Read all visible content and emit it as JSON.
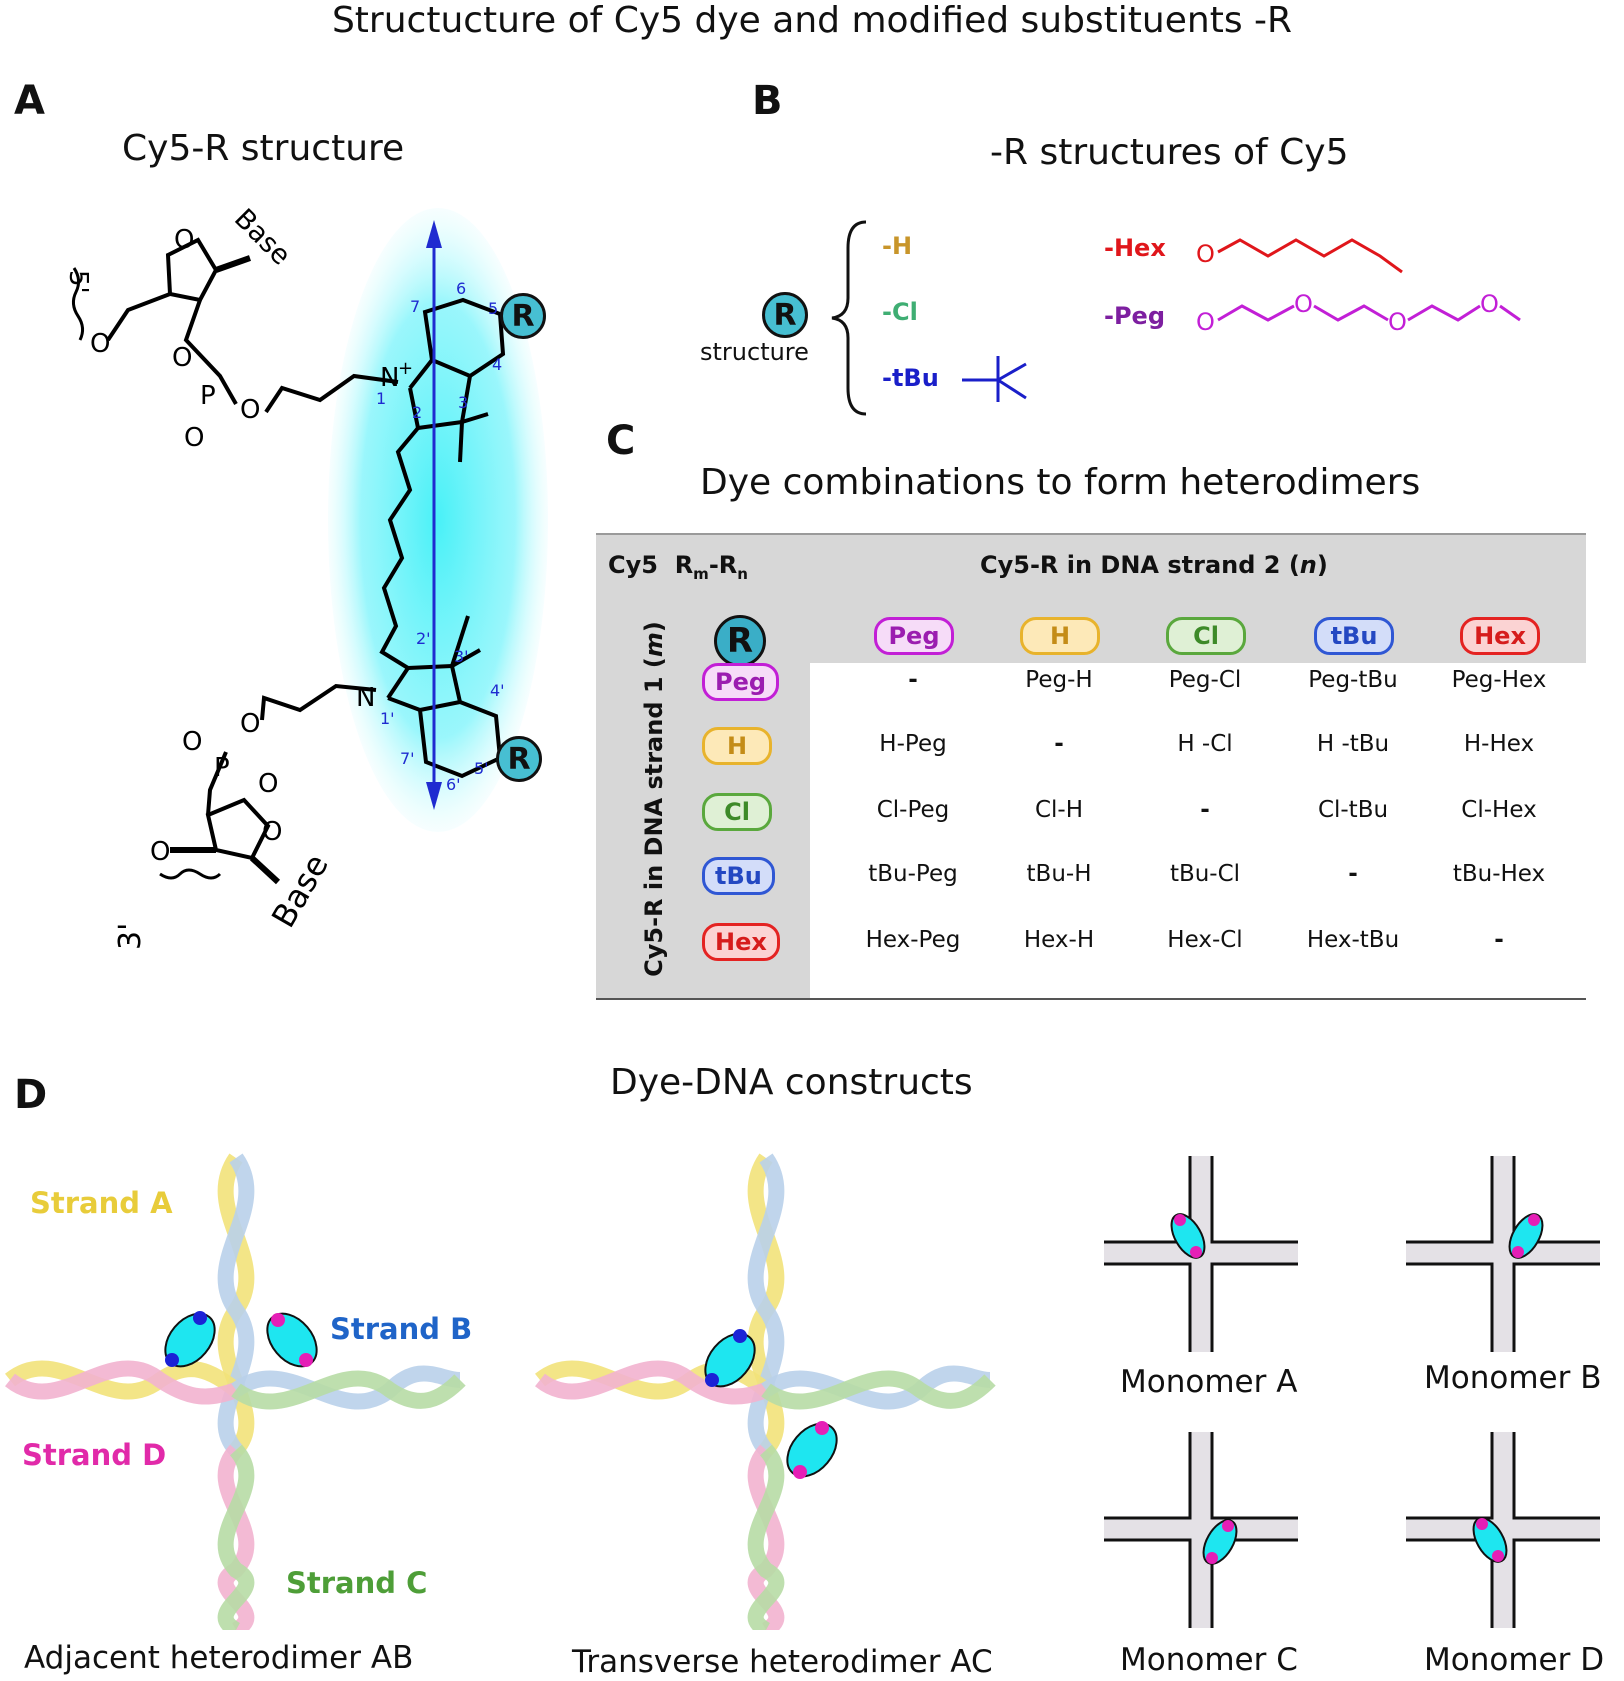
{
  "main_title": "Structucture of Cy5 dye and modified substituents -R",
  "panels": {
    "a": "A",
    "b": "B",
    "c": "C",
    "d": "D"
  },
  "panel_a": {
    "title": "Cy5-R  structure",
    "labels": {
      "base": "Base",
      "five_prime": "5'",
      "three_prime": "3'",
      "o": "O",
      "p": "P",
      "n": "N",
      "r": "R",
      "n1": "1",
      "n1p": "1'",
      "c2": "2",
      "c2p": "2'",
      "c3": "3",
      "c3p": "3'",
      "c4": "4",
      "c4p": "4'",
      "c5": "5",
      "c5p": "5'",
      "c6": "6",
      "c6p": "6'",
      "c7": "7",
      "c7p": "7'",
      "plus": "+",
      "minus": "-"
    }
  },
  "panel_b": {
    "title": "-R  structures of Cy5",
    "r_symbol": "R",
    "r_caption": "structure",
    "substituents": [
      {
        "label": "-H",
        "color": "#c8952a"
      },
      {
        "label": "-Cl",
        "color": "#3fae73"
      },
      {
        "label": "-tBu",
        "color": "#1a1fc9"
      },
      {
        "label": "-Hex",
        "color": "#e0161b"
      },
      {
        "label": "-Peg",
        "color": "#7d1fa0"
      }
    ],
    "chain_o": "O"
  },
  "panel_c": {
    "title": "Dye combinations to form heterodimers",
    "corner_cy5": "Cy5",
    "corner_rm": "R",
    "corner_rm_sub": "m",
    "corner_dash": "-R",
    "corner_rn_sub": "n",
    "col_header": "Cy5-R in DNA strand 2 (",
    "col_header_n": "n",
    "col_header_close": ")",
    "row_header": "Cy5-R in DNA strand 1 (",
    "row_header_m": "m",
    "row_header_close": ")",
    "r_symbol": "R",
    "columns": [
      {
        "label": "Peg",
        "color": "#c21fd6",
        "fill": "#f6dcf8",
        "text": "#9b1db0"
      },
      {
        "label": "H",
        "color": "#e8b32c",
        "fill": "#fde9b8",
        "text": "#c48c17"
      },
      {
        "label": "Cl",
        "color": "#5aa83d",
        "fill": "#dff0d5",
        "text": "#3d8a28"
      },
      {
        "label": "tBu",
        "color": "#2f57d4",
        "fill": "#d3ddf9",
        "text": "#2448c2"
      },
      {
        "label": "Hex",
        "color": "#e42322",
        "fill": "#fbd3d3",
        "text": "#d61c1c"
      }
    ],
    "rows": [
      {
        "label": "Peg",
        "cells": [
          "-",
          "Peg-H",
          "Peg-Cl",
          "Peg-tBu",
          "Peg-Hex"
        ]
      },
      {
        "label": "H",
        "cells": [
          "H-Peg",
          "-",
          "H -Cl",
          "H -tBu",
          "H-Hex"
        ]
      },
      {
        "label": "Cl",
        "cells": [
          "Cl-Peg",
          "Cl-H",
          "-",
          "Cl-tBu",
          "Cl-Hex"
        ]
      },
      {
        "label": "tBu",
        "cells": [
          "tBu-Peg",
          "tBu-H",
          "tBu-Cl",
          "-",
          "tBu-Hex"
        ]
      },
      {
        "label": "Hex",
        "cells": [
          "Hex-Peg",
          "Hex-H",
          "Hex-Cl",
          "Hex-tBu",
          "-"
        ]
      }
    ]
  },
  "panel_d": {
    "title": "Dye-DNA constructs",
    "strands": [
      {
        "label": "Strand A",
        "color": "#e8cc3a"
      },
      {
        "label": "Strand B",
        "color": "#1f64c8"
      },
      {
        "label": "Strand C",
        "color": "#4e9e38"
      },
      {
        "label": "Strand D",
        "color": "#e12aa9"
      }
    ],
    "captions": {
      "adjacent": "Adjacent heterodimer AB",
      "transverse": "Transverse heterodimer AC",
      "mono_a": "Monomer A",
      "mono_b": "Monomer B",
      "mono_c": "Monomer C",
      "mono_d": "Monomer D"
    }
  }
}
